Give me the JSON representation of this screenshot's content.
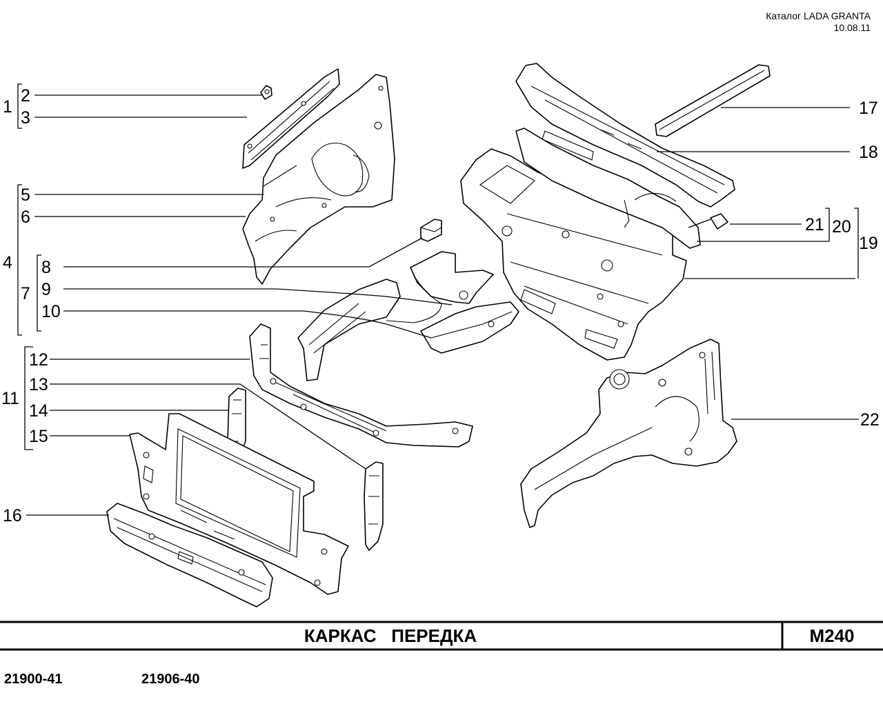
{
  "header": {
    "catalog": "Каталог LADA  GRANTA",
    "date": "10.08.11"
  },
  "title": "КАРКАС   ПЕРЕДКА",
  "page_code": "M240",
  "model_codes": [
    "21900-41",
    "21906-40"
  ],
  "callouts": [
    {
      "n": "1"
    },
    {
      "n": "2"
    },
    {
      "n": "3"
    },
    {
      "n": "4"
    },
    {
      "n": "5"
    },
    {
      "n": "6"
    },
    {
      "n": "7"
    },
    {
      "n": "8"
    },
    {
      "n": "9"
    },
    {
      "n": "10"
    },
    {
      "n": "11"
    },
    {
      "n": "12"
    },
    {
      "n": "13"
    },
    {
      "n": "14"
    },
    {
      "n": "15"
    },
    {
      "n": "16"
    },
    {
      "n": "17"
    },
    {
      "n": "18"
    },
    {
      "n": "19"
    },
    {
      "n": "20"
    },
    {
      "n": "21"
    },
    {
      "n": "22"
    }
  ]
}
